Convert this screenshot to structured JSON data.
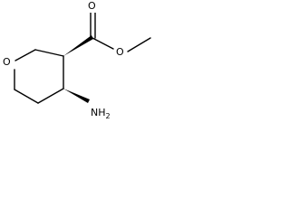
{
  "molecule": {
    "atoms": {
      "ring_oxygen": "O",
      "carbonyl_oxygen": "O",
      "ester_oxygen": "O",
      "amine": "NH2"
    },
    "colors": {
      "bond": "#000000",
      "label": "#000000",
      "background": "#ffffff"
    }
  }
}
